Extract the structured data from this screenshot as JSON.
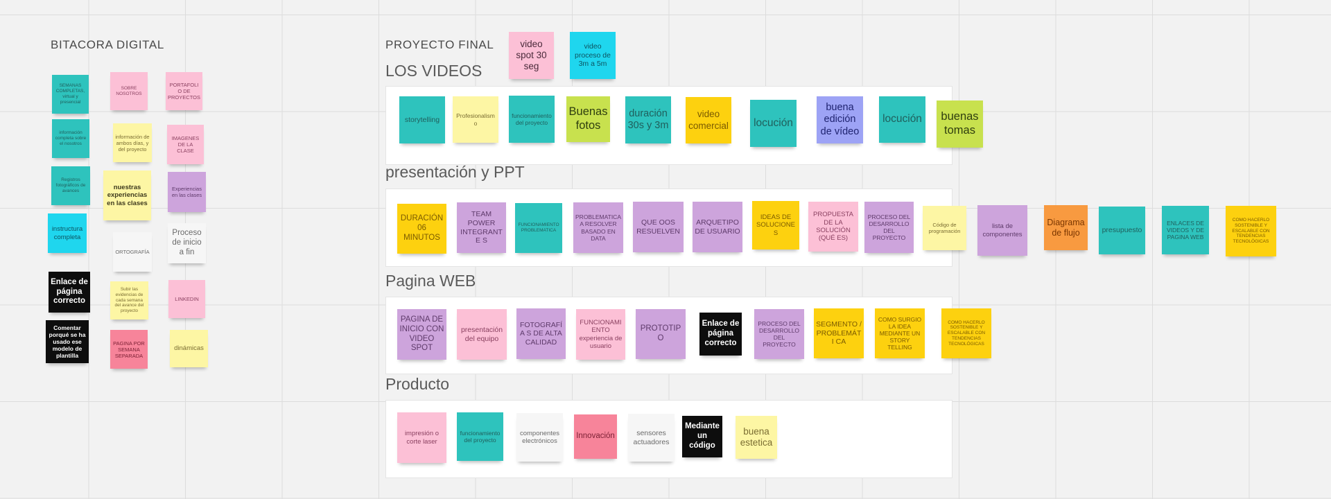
{
  "bitacora": {
    "title": "BITACORA DIGITAL",
    "notes": {
      "n1": "SEMANAS COMPLETAS, virtual y presencial",
      "n2": "SOBRE NOSOTROS",
      "n3": "PORTAFOLIO DE PROYECTOS",
      "n4": "información completa sobre el nosotros",
      "n5": "información de ambos días, y del proyecto",
      "n6": "IMAGENES DE LA CLASE",
      "n7": "Registros fotográficos de avances",
      "n8": "nuestras experiencias en las clases",
      "n9": "Experiencias en las clases",
      "n10": "instructura completa",
      "n11": "ORTOGRAFÍA",
      "n12": "Proceso de inicio a fin",
      "n13": "Enlace de página correcto",
      "n14": "Subir las evidencias de cada semana del avance del proyecto",
      "n15": "LINKEDIN",
      "n16": "Comentar porqué se ha usado ese modelo de plantilla",
      "n17": "PAGINA POR SEMANA SEPARADA",
      "n18": "dinámicas"
    }
  },
  "proyecto": {
    "title": "PROYECTO FINAL",
    "top_notes": {
      "a": "video spot 30 seg",
      "b": "video proceso de 3m a 5m"
    },
    "videos": {
      "title": "LOS VIDEOS",
      "notes": [
        "storytelling",
        "Profesionalismo",
        "funcionamiento del proyecto",
        "Buenas fotos",
        "duración 30s y 3m",
        "video comercial",
        "locución",
        "buena edición de vídeo",
        "locución",
        "buenas tomas"
      ]
    },
    "ppt": {
      "title": "presentación y PPT",
      "notes": [
        "DURACIÓN 06 MINUTOS",
        "TEAM POWER INTEGRANTE S",
        "FUNCIONAMIENTO PROBLEMATICA",
        "PROBLEMATICA A RESOLVER BASADO EN DATA",
        "QUE OOS RESUELVEN",
        "ARQUETIPO DE USUARIO",
        "IDEAS DE SOLUCIONES",
        "PROPUESTA DE LA SOLUCIÓN (QUÉ ES)",
        "PROCESO DEL DESARROLLO DEL PROYECTO",
        "Código de programación",
        "lista de componentes",
        "Diagrama de flujo",
        "presupuesto",
        "ENLACES DE VIDEOS Y DE PAGINA WEB",
        "COMO HACERLO SOSTENIBLE Y ESCALABLE CON TENDENCIAS TECNOLÓGICAS"
      ]
    },
    "web": {
      "title": "Pagina WEB",
      "notes": [
        "PAGINA DE INICIO CON VIDEO SPOT",
        "presentación del equipo",
        "FOTOGRAFÍA S DE ALTA CALIDAD",
        "FUNCIONAMI ENTO experiencia de usuario",
        "PROTOTIPO",
        "Enlace de página correcto",
        "PROCESO DEL DESARROLLO DEL PROYECTO",
        "SEGMENTO / PROBLEMÁTI CA",
        "COMO SURGIO LA IDEA MEDIANTE UN STORY TELLING",
        "COMO HACERLO SOSTENIBLE Y ESCALABLE CON TENDENCIAS TECNOLÓGICAS"
      ]
    },
    "producto": {
      "title": "Producto",
      "notes": [
        "impresión o corte laser",
        "funcionamiento del proyecto",
        "componentes electrónicos",
        "Innovación",
        "sensores actuadores",
        "Mediante un código",
        "buena estetica"
      ]
    }
  },
  "colors": {
    "teal": "#2ec3bd",
    "cyan": "#1fd6ee",
    "pink": "#fcc0d6",
    "yellow": "#fdf6a4",
    "gold": "#fdd10f",
    "violet": "#cda4dc",
    "lime": "#c8e14e",
    "black": "#0d0d0d",
    "white": "#f6f6f6",
    "salmon": "#f7849a",
    "orange": "#f89a40",
    "blue": "#9da3f5"
  }
}
